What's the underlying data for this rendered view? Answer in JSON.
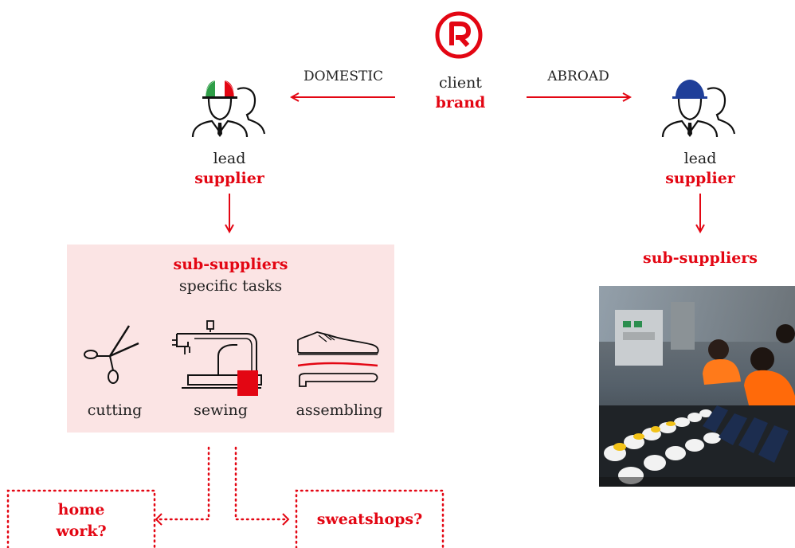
{
  "center": {
    "line1": "client",
    "line2": "brand"
  },
  "arrows": {
    "left_label": "DOMESTIC",
    "right_label": "ABROAD"
  },
  "left_supplier": {
    "line1": "lead",
    "line2": "supplier"
  },
  "right_supplier": {
    "line1": "lead",
    "line2": "supplier"
  },
  "right_sub": "sub-suppliers",
  "panel": {
    "title": "sub-suppliers",
    "subtitle": "specific tasks",
    "tasks": [
      {
        "label": "cutting",
        "icon": "scissors-icon"
      },
      {
        "label": "sewing",
        "icon": "sewing-machine-icon"
      },
      {
        "label": "assembling",
        "icon": "shoe-assembly-icon"
      }
    ]
  },
  "bottom": {
    "left_line1": "home",
    "left_line2": "work?",
    "right": "sweatshops?"
  },
  "colors": {
    "accent": "#e30613",
    "panel_bg": "#fbe4e4",
    "italy_green": "#2e9e47",
    "blue_helmet": "#1f3f99"
  }
}
